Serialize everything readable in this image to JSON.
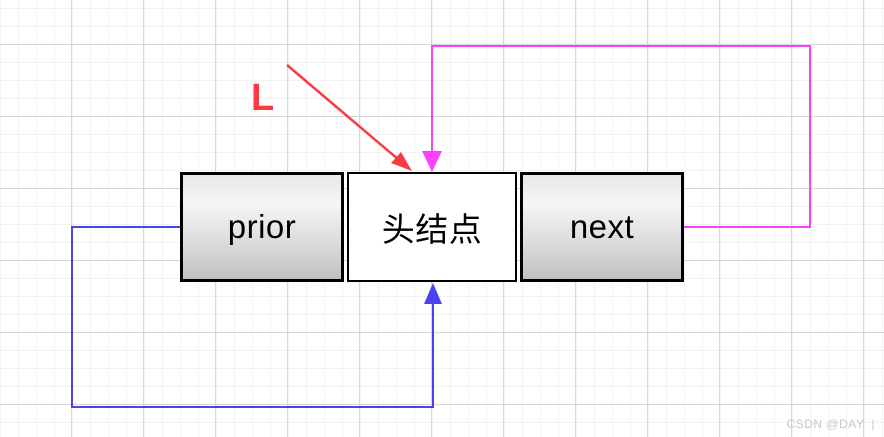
{
  "diagram": {
    "pointer_label": "L",
    "node": {
      "prior": "prior",
      "head": "头结点",
      "next": "next"
    },
    "colors": {
      "red": "#fb3a43",
      "magenta": "#fc40fb",
      "blue": "#4a42f0",
      "box_border": "#000000"
    }
  },
  "watermark": {
    "text": "CSDN @DAY",
    "divider": "|"
  }
}
